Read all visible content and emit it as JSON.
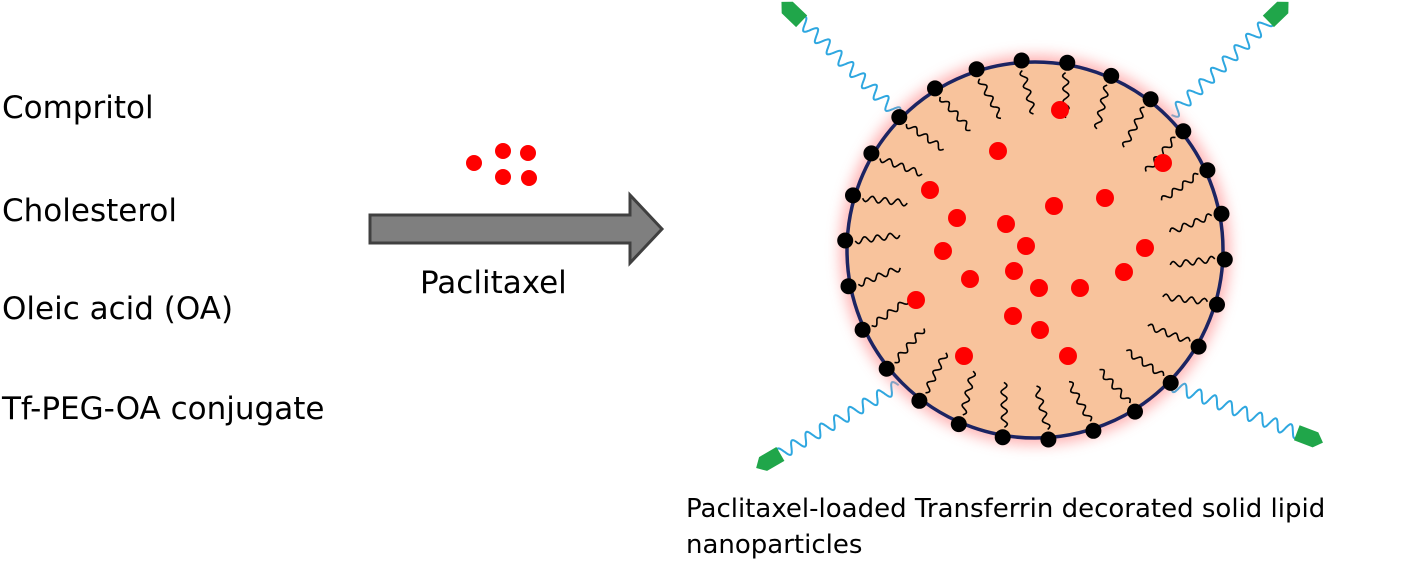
{
  "ingredients": [
    "Compritol",
    "Cholesterol",
    "Oleic acid (OA)",
    "Tf-PEG-OA conjugate"
  ],
  "drug_label": "Paclitaxel",
  "caption": [
    "Paclitaxel-loaded Transferrin decorated solid lipid",
    "nanoparticles"
  ],
  "colors": {
    "drug": "#ff0000",
    "particle_core": "#f8c39c",
    "particle_glow": "#ff9a9a",
    "particle_border": "#1c2462",
    "surface_lipid": "#000000",
    "peg_chain": "#2ea7e0",
    "transferrin": "#20a64a",
    "arrow_fill": "#7f7f7f",
    "arrow_stroke": "#404040"
  }
}
